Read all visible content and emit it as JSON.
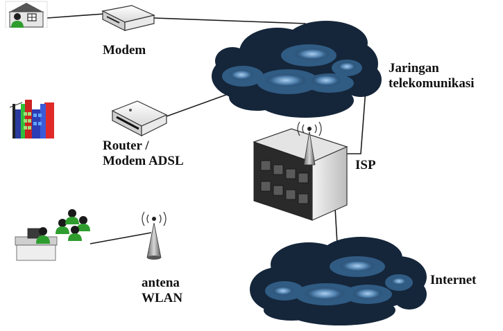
{
  "labels": {
    "modem": "Modem",
    "jaringan_line1": "Jaringan",
    "jaringan_line2": "telekomunikasi",
    "router_line1": "Router /",
    "router_line2": "Modem ADSL",
    "isp": "ISP",
    "antena_line1": "antena",
    "antena_line2": "WLAN",
    "internet": "Internet"
  },
  "icons": {
    "home_user": "home-user-icon",
    "modem": "modem-icon",
    "telecom_cloud": "cloud-icon",
    "office_building": "office-building-icon",
    "router": "router-icon",
    "isp_building": "isp-building-icon",
    "wlan_antenna": "antenna-icon",
    "wlan_users": "user-group-icon",
    "internet_cloud": "cloud-icon"
  },
  "colors": {
    "cloud_dark": "#15263a",
    "cloud_mid": "#34618c",
    "cloud_light": "#8fb8e0",
    "user_green": "#2e9d2e",
    "line": "#1a1a1a"
  }
}
